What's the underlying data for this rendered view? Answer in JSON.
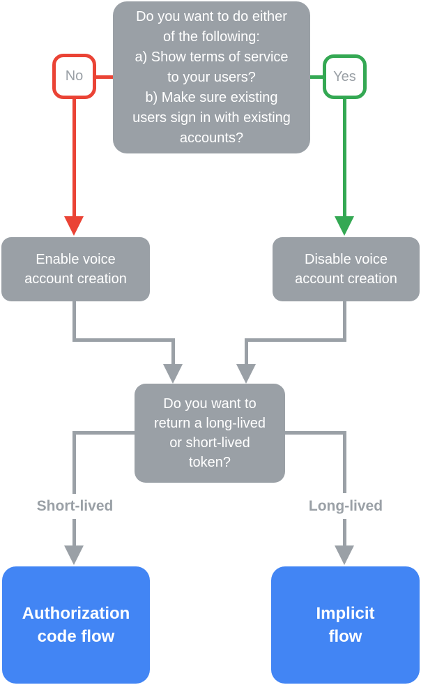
{
  "colors": {
    "gray": "#9AA0A6",
    "red": "#EA4335",
    "green": "#34A853",
    "blue": "#4285F4",
    "label-text": "#9AA0A6",
    "node-text": "#FFFFFF",
    "background": "#FFFFFF"
  },
  "flowchart": {
    "question_top": "Do you want to do either\nof the following:\na) Show terms of service\nto your users?\nb) Make sure existing\nusers sign in with existing\naccounts?",
    "no_label": "No",
    "yes_label": "Yes",
    "enable_node": "Enable voice\naccount creation",
    "disable_node": "Disable voice\naccount creation",
    "question_token": "Do you want to\nreturn a long-lived\nor short-lived\ntoken?",
    "short_lived_label": "Short-lived",
    "long_lived_label": "Long-lived",
    "auth_code_node": "Authorization\ncode flow",
    "implicit_node": "Implicit\nflow"
  }
}
